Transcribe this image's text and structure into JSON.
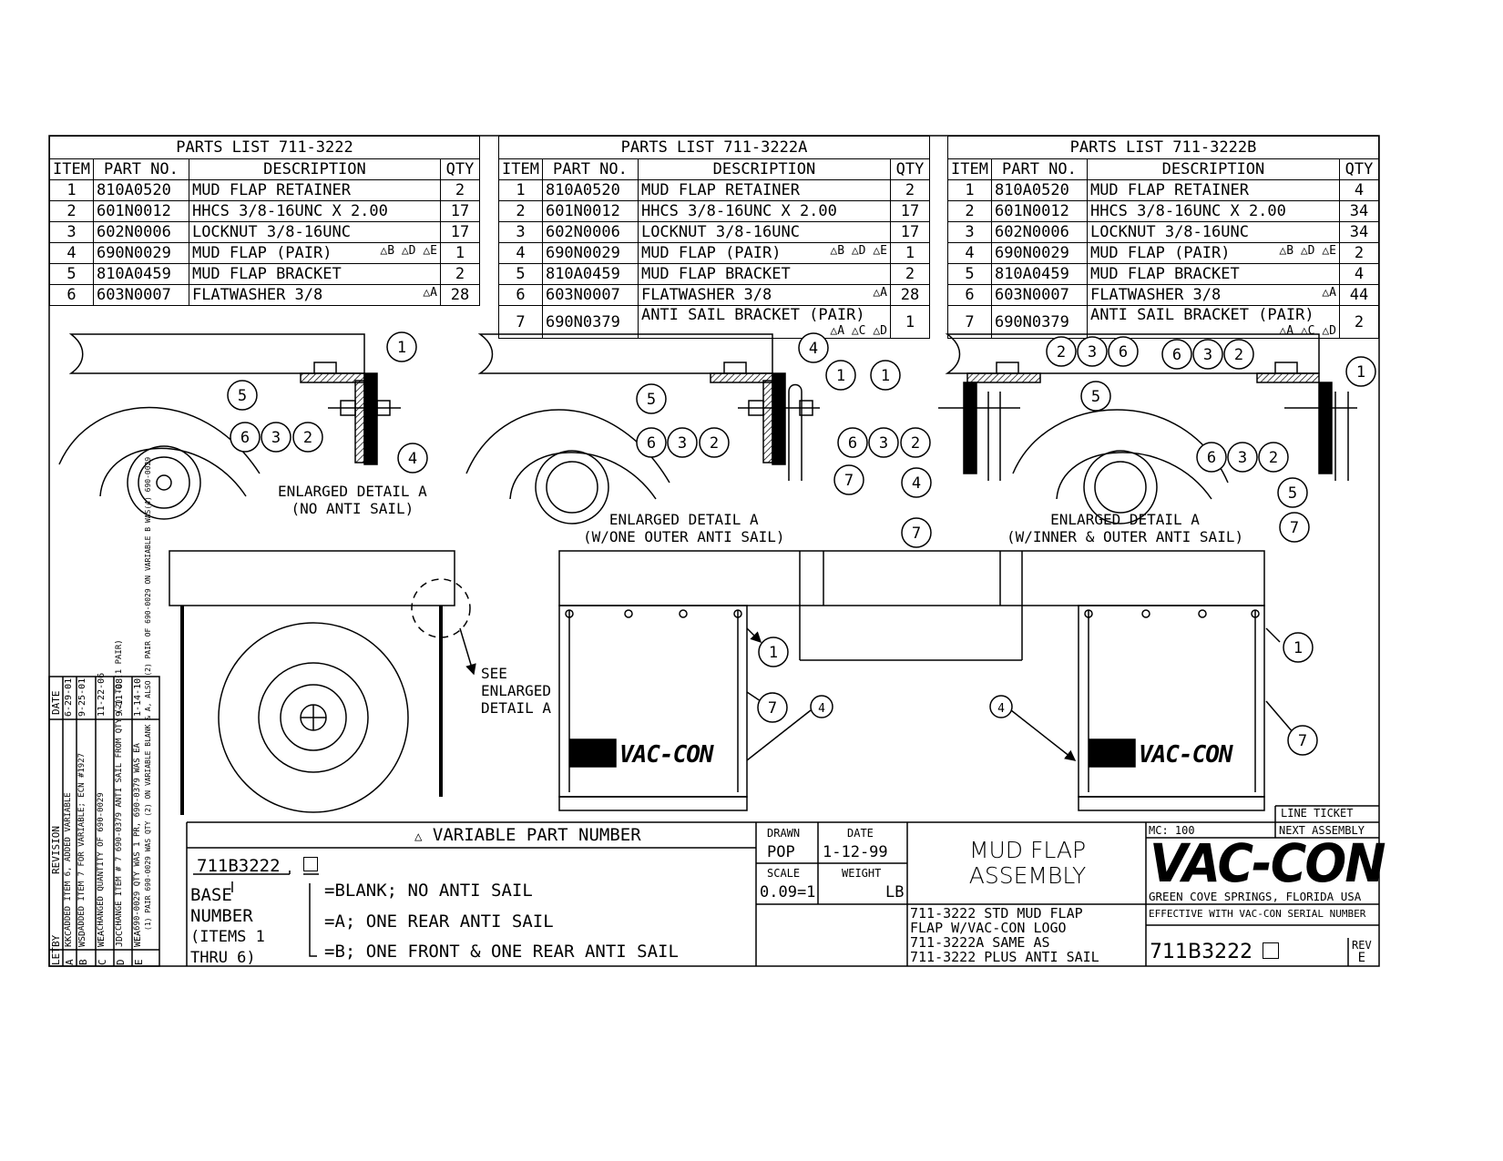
{
  "parts_lists": [
    {
      "title": "PARTS LIST  711-3222",
      "headers": [
        "ITEM",
        "PART NO.",
        "DESCRIPTION",
        "QTY"
      ],
      "rows": [
        {
          "item": "1",
          "part": "810A0520",
          "desc": "MUD FLAP RETAINER",
          "marks": "",
          "qty": "2"
        },
        {
          "item": "2",
          "part": "601N0012",
          "desc": "HHCS 3/8-16UNC X 2.00",
          "marks": "",
          "qty": "17"
        },
        {
          "item": "3",
          "part": "602N0006",
          "desc": "LOCKNUT 3/8-16UNC",
          "marks": "",
          "qty": "17"
        },
        {
          "item": "4",
          "part": "690N0029",
          "desc": "MUD FLAP  (PAIR)",
          "marks": "B D E",
          "qty": "1"
        },
        {
          "item": "5",
          "part": "810A0459",
          "desc": "MUD FLAP BRACKET",
          "marks": "",
          "qty": "2"
        },
        {
          "item": "6",
          "part": "603N0007",
          "desc": "FLATWASHER 3/8",
          "marks": "A",
          "qty": "28"
        }
      ]
    },
    {
      "title": "PARTS LIST  711-3222A",
      "headers": [
        "ITEM",
        "PART NO.",
        "DESCRIPTION",
        "QTY"
      ],
      "rows": [
        {
          "item": "1",
          "part": "810A0520",
          "desc": "MUD FLAP RETAINER",
          "marks": "",
          "qty": "2"
        },
        {
          "item": "2",
          "part": "601N0012",
          "desc": "HHCS 3/8-16UNC X 2.00",
          "marks": "",
          "qty": "17"
        },
        {
          "item": "3",
          "part": "602N0006",
          "desc": "LOCKNUT 3/8-16UNC",
          "marks": "",
          "qty": "17"
        },
        {
          "item": "4",
          "part": "690N0029",
          "desc": "MUD FLAP (PAIR)",
          "marks": "B D E",
          "qty": "1"
        },
        {
          "item": "5",
          "part": "810A0459",
          "desc": "MUD FLAP BRACKET",
          "marks": "",
          "qty": "2"
        },
        {
          "item": "6",
          "part": "603N0007",
          "desc": "FLATWASHER 3/8",
          "marks": "A",
          "qty": "28"
        },
        {
          "item": "7",
          "part": "690N0379",
          "desc": "ANTI SAIL BRACKET (PAIR)",
          "marks": "A C D",
          "qty": "1"
        }
      ]
    },
    {
      "title": "PARTS LIST  711-3222B",
      "headers": [
        "ITEM",
        "PART NO.",
        "DESCRIPTION",
        "QTY"
      ],
      "rows": [
        {
          "item": "1",
          "part": "810A0520",
          "desc": "MUD FLAP RETAINER",
          "marks": "",
          "qty": "4"
        },
        {
          "item": "2",
          "part": "601N0012",
          "desc": "HHCS 3/8-16UNC X 2.00",
          "marks": "",
          "qty": "34"
        },
        {
          "item": "3",
          "part": "602N0006",
          "desc": "LOCKNUT 3/8-16UNC",
          "marks": "",
          "qty": "34"
        },
        {
          "item": "4",
          "part": "690N0029",
          "desc": "MUD FLAP (PAIR)",
          "marks": "B D E",
          "qty": "2"
        },
        {
          "item": "5",
          "part": "810A0459",
          "desc": "MUD FLAP BRACKET",
          "marks": "",
          "qty": "4"
        },
        {
          "item": "6",
          "part": "603N0007",
          "desc": "FLATWASHER 3/8",
          "marks": "A",
          "qty": "44"
        },
        {
          "item": "7",
          "part": "690N0379",
          "desc": "ANTI SAIL BRACKET (PAIR)",
          "marks": "A C D",
          "qty": "2"
        }
      ]
    }
  ],
  "details": {
    "a_title": "ENLARGED DETAIL  A",
    "a_sub": "(NO ANTI SAIL)",
    "b_title": "ENLARGED DETAIL  A",
    "b_sub": "(W/ONE OUTER ANTI SAIL)",
    "c_title": "ENLARGED DETAIL  A",
    "c_sub": "(W/INNER & OUTER ANTI SAIL)",
    "see1": "SEE",
    "see2": "ENLARGED",
    "see3": "DETAIL A",
    "logo": "VAC-CON"
  },
  "variable": {
    "heading": "VARIABLE PART NUMBER",
    "base_pn": "711B3222",
    "base1": "BASE",
    "base2": "NUMBER",
    "base3": "(ITEMS 1",
    "base4": "THRU 6)",
    "opt1": "=BLANK; NO ANTI SAIL",
    "opt2": "=A; ONE REAR ANTI SAIL",
    "opt3": "=B; ONE FRONT & ONE REAR ANTI SAIL"
  },
  "title_block": {
    "drawn_label": "DRAWN",
    "drawn": "POP",
    "date_label": "DATE",
    "date": "1-12-99",
    "scale_label": "SCALE",
    "scale": "0.09=1",
    "weight_label": "WEIGHT",
    "weight_unit": "LB",
    "title1": "MUD FLAP",
    "title2": "ASSEMBLY",
    "notes": [
      "711-3222  STD MUD FLAP",
      "FLAP W/VAC-CON LOGO",
      "711-3222A SAME AS",
      "711-3222 PLUS ANTI SAIL"
    ],
    "line_ticket": "LINE TICKET",
    "mc": "MC: 100",
    "next_assembly": "NEXT ASSEMBLY",
    "company": "VAC-CON",
    "location": "GREEN COVE SPRINGS, FLORIDA USA",
    "effective": "EFFECTIVE WITH VAC-CON SERIAL NUMBER",
    "part_number": "711B3222",
    "rev_label": "REV",
    "rev": "E"
  },
  "revisions": {
    "header_let": "LET",
    "header_by": "BY",
    "header_rev": "REVISION",
    "header_date": "DATE",
    "rows": [
      {
        "let": "A",
        "by": "KKC",
        "text": "ADDED ITEM 6, ADDED VARIABLE",
        "date": "6-29-01"
      },
      {
        "let": "B",
        "by": "WSD",
        "text": "ADDED ITEM 7 FOR VARIABLE; ECN #1927",
        "date": "9-25-01"
      },
      {
        "let": "C",
        "by": "WEA",
        "text": "CHANGED QUANTITY OF 690-0029",
        "date": "11-22-06"
      },
      {
        "let": "D",
        "by": "JDC",
        "text": "CHANGE ITEM # 7 690-0379 ANTI SAIL FROM QTY (2) TO (1 PAIR)",
        "date": "9-11-08"
      },
      {
        "let": "E",
        "by": "WEA",
        "text": "690-0029 QTY WAS 1 PR, 690-0379 WAS EA",
        "date": "1-14-10"
      }
    ],
    "extra": "(1) PAIR 690-0029 WAS QTY (2) ON VARIABLE BLANK & A, ALSO (2) PAIR OF 690-0029 ON VARIABLE B WAS(4) 690-0029"
  }
}
